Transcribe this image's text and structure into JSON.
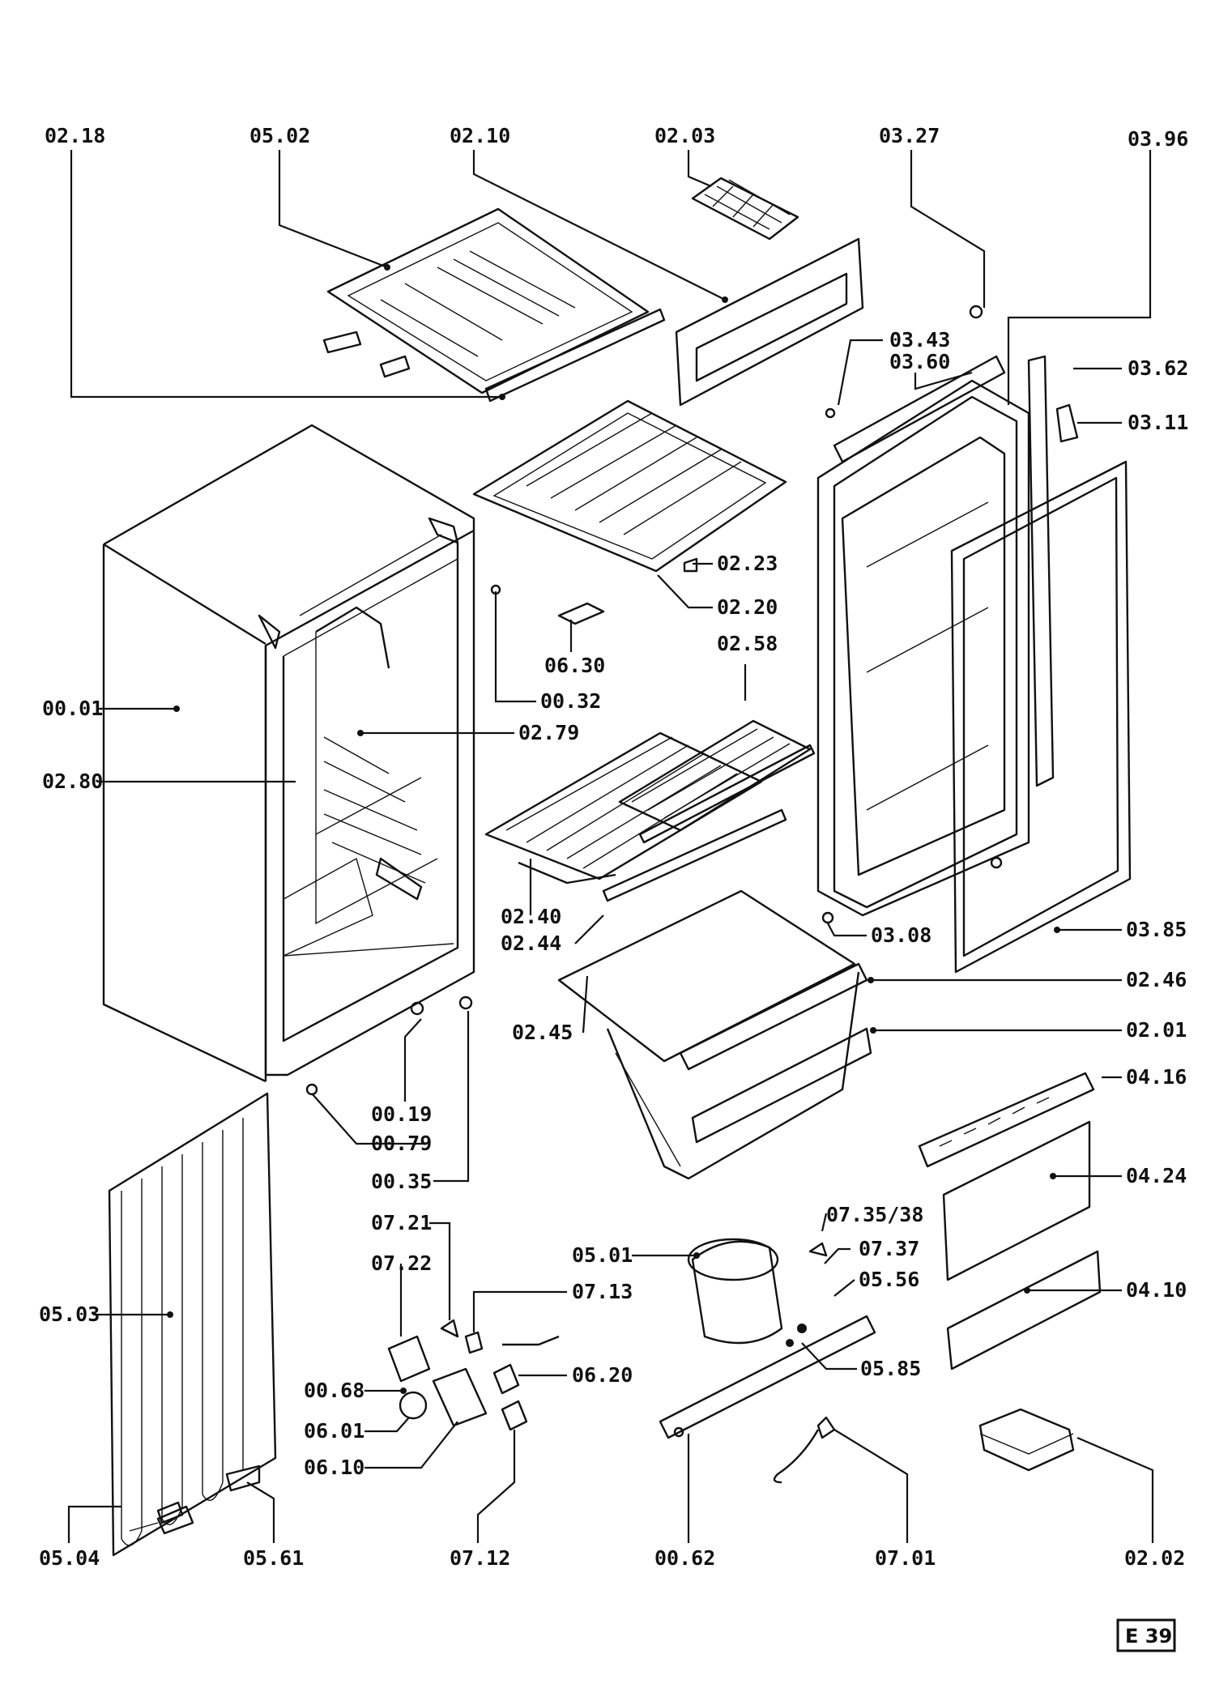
{
  "labels": {
    "p0218": "02.18",
    "p0502": "05.02",
    "p0210": "02.10",
    "p0203": "02.03",
    "p0327": "03.27",
    "p0396": "03.96",
    "p0343": "03.43",
    "p0360": "03.60",
    "p0362": "03.62",
    "p0311": "03.11",
    "p0223": "02.23",
    "p0220": "02.20",
    "p0630": "06.30",
    "p0032": "00.32",
    "p0258": "02.58",
    "p0001": "00.01",
    "p0279": "02.79",
    "p0280": "02.80",
    "p0240": "02.40",
    "p0244": "02.44",
    "p0308": "03.08",
    "p0385": "03.85",
    "p0246": "02.46",
    "p0245": "02.45",
    "p0201": "02.01",
    "p0019": "00.19",
    "p0079": "00.79",
    "p0035": "00.35",
    "p0416": "04.16",
    "p0424": "04.24",
    "p0721": "07.21",
    "p0735": "07.35/38",
    "p0737": "07.37",
    "p0501": "05.01",
    "p0722": "07.22",
    "p0556": "05.56",
    "p0713": "07.13",
    "p0503": "05.03",
    "p0410": "04.10",
    "p0620": "06.20",
    "p0585": "05.85",
    "p0068": "00.68",
    "p0601": "06.01",
    "p0610": "06.10",
    "p0504": "05.04",
    "p0561": "05.61",
    "p0712": "07.12",
    "p0062": "00.62",
    "p0701": "07.01",
    "p0202": "02.02"
  },
  "page_code": "E 39"
}
